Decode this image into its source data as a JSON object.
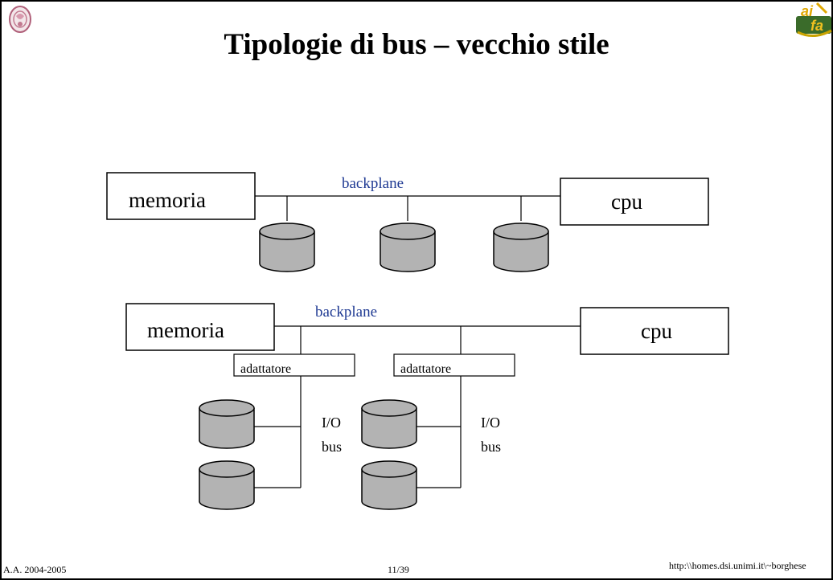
{
  "slide": {
    "title": "Tipologie di bus – vecchio stile",
    "footer_left": "A.A. 2004-2005",
    "footer_center": "11/39",
    "footer_right": "http:\\\\homes.dsi.unimi.it\\~borghese"
  },
  "diagram_top": {
    "memory_label": "memoria",
    "cpu_label": "cpu",
    "bus_label": "backplane"
  },
  "diagram_bottom": {
    "memory_label": "memoria",
    "cpu_label": "cpu",
    "bus_label": "backplane",
    "adapter_left_label": "adattatore",
    "adapter_right_label": "adattatore",
    "io_left_line1": "I/O",
    "io_left_line2": "bus",
    "io_right_line1": "I/O",
    "io_right_line2": "bus"
  },
  "colors": {
    "disk_fill": "#b3b3b3",
    "bus_label_color": "#1f3a93"
  }
}
